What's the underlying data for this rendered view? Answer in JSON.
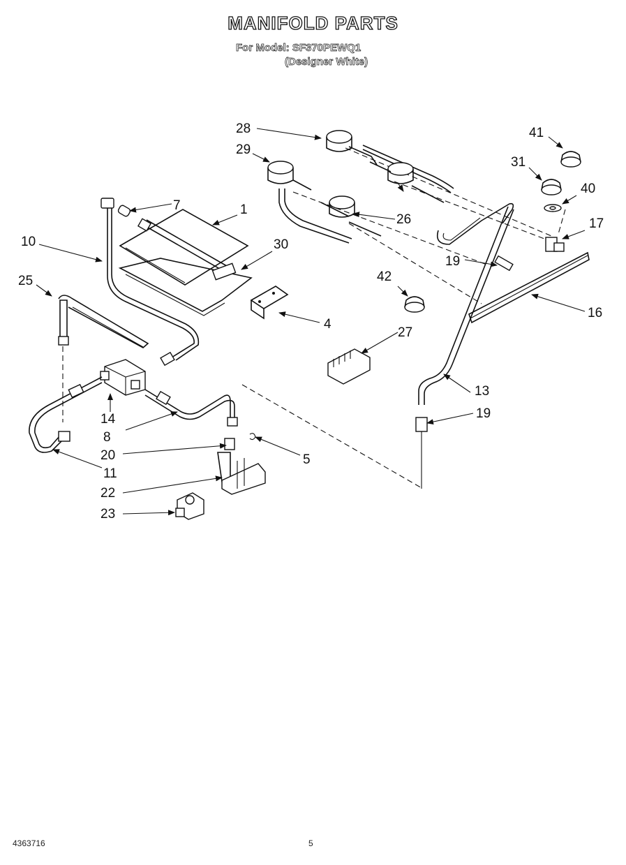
{
  "header": {
    "title": "MANIFOLD PARTS",
    "model_line": "For Model: SF370PEWQ1",
    "variant": "(Designer White)"
  },
  "footer": {
    "doc_number": "4363716",
    "page_number": "5"
  },
  "callouts": [
    "1",
    "4",
    "5",
    "7",
    "8",
    "10",
    "11",
    "13",
    "14",
    "16",
    "17",
    "19",
    "19",
    "20",
    "22",
    "23",
    "25",
    "26",
    "27",
    "28",
    "29",
    "30",
    "31",
    "40",
    "41",
    "42"
  ]
}
